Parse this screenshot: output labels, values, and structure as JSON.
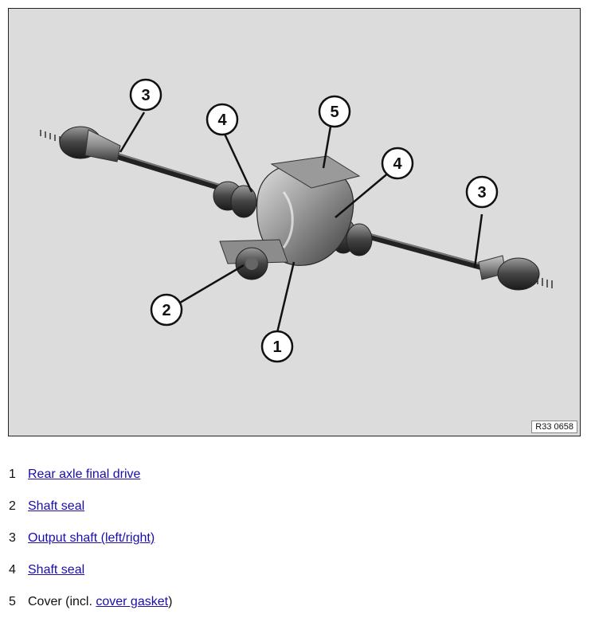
{
  "figure": {
    "reference": "R33 0658",
    "callouts": [
      "1",
      "2",
      "3",
      "3",
      "4",
      "4",
      "5"
    ]
  },
  "legend": [
    {
      "number": "1",
      "prefix": "",
      "link": "Rear axle final drive",
      "suffix": ""
    },
    {
      "number": "2",
      "prefix": "",
      "link": "Shaft seal",
      "suffix": ""
    },
    {
      "number": "3",
      "prefix": "",
      "link": "Output shaft (left/right)",
      "suffix": ""
    },
    {
      "number": "4",
      "prefix": "",
      "link": "Shaft seal",
      "suffix": ""
    },
    {
      "number": "5",
      "prefix": "Cover (incl. ",
      "link": "cover gasket",
      "suffix": ")"
    }
  ],
  "colors": {
    "link": "#1a0dab",
    "figure_bg": "#dcdcdc"
  }
}
